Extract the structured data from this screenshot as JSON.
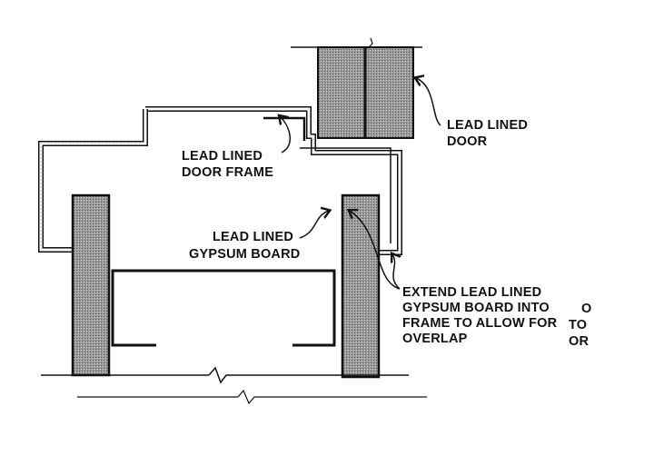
{
  "labels": {
    "door": [
      "LEAD LINED",
      "DOOR"
    ],
    "door_frame": [
      "LEAD LINED",
      "DOOR FRAME"
    ],
    "gypsum_board": [
      "LEAD LINED",
      "GYPSUM BOARD"
    ],
    "extend_note": [
      "EXTEND LEAD LINED",
      "GYPSUM BOARD INTO",
      "FRAME TO ALLOW FOR",
      "OVERLAP"
    ],
    "cropped_fragments": [
      "O",
      "TO",
      "OR"
    ]
  },
  "colors": {
    "line": "#111111",
    "hatch": "#8a8a8a",
    "background": "#ffffff"
  }
}
